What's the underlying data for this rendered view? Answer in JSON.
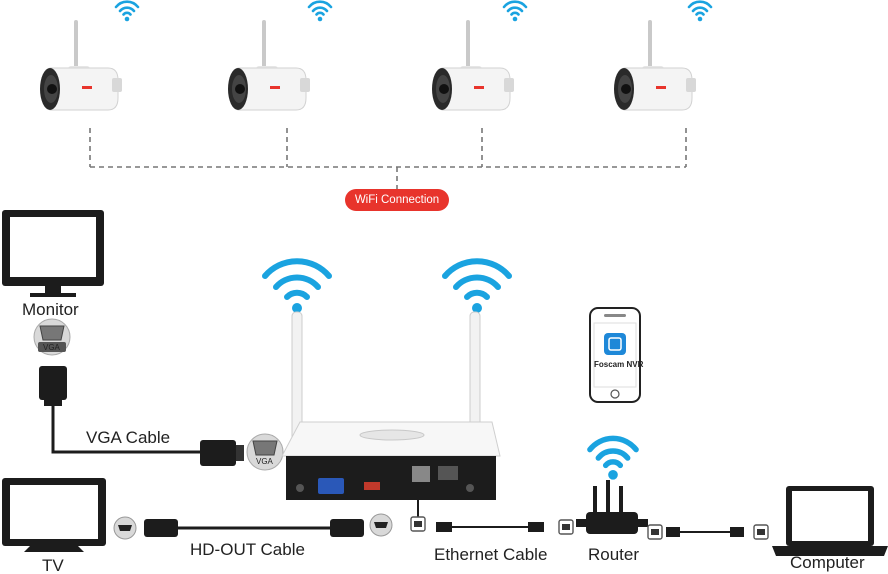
{
  "badge": {
    "wifi_connection": "WiFi Connection"
  },
  "labels": {
    "monitor": "Monitor",
    "tv": "TV",
    "vga_cable": "VGA Cable",
    "hd_out_cable": "HD-OUT Cable",
    "ethernet_cable": "Ethernet Cable",
    "router": "Router",
    "computer": "Computer"
  },
  "ports": {
    "vga": "VGA"
  },
  "phone": {
    "app_name": "Foscam NVR"
  },
  "colors": {
    "accent_red": "#e8342c",
    "wifi_blue": "#1aa3e0",
    "device_dark": "#1c1c1c"
  },
  "icons": [
    "wifi-icon",
    "camera-icon",
    "nvr-icon",
    "monitor-icon",
    "tv-icon",
    "router-icon",
    "laptop-icon",
    "phone-icon",
    "vga-port-icon",
    "hdmi-port-icon",
    "ethernet-port-icon"
  ]
}
